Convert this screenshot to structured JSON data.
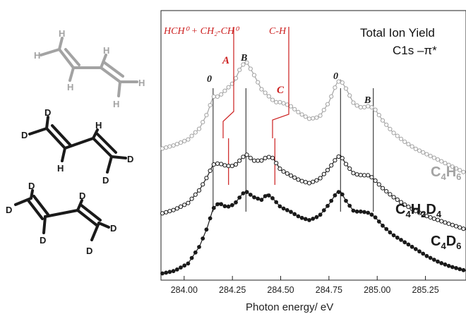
{
  "chart_data": {
    "type": "line",
    "title": "Total Ion Yield",
    "subtitle": "C1s –π*",
    "xlabel": "Photon energy/ eV",
    "ylabel": "",
    "xlim": [
      283.88,
      285.46
    ],
    "ylim": [
      0,
      1
    ],
    "x_ticks": [
      284.0,
      284.25,
      284.5,
      284.75,
      285.0,
      285.25
    ],
    "x_tick_labels": [
      "284.00",
      "284.25",
      "284.50",
      "284.75",
      "285.00",
      "285.25"
    ],
    "grid": false,
    "legend": "none",
    "series": [
      {
        "name": "C4H6",
        "label_parts": [
          [
            "C",
            "4",
            "H",
            "6"
          ]
        ],
        "color": "#a3a3a3",
        "marker": "open-circle",
        "x": [
          283.88,
          283.95,
          284.02,
          284.08,
          284.12,
          284.15,
          284.18,
          284.22,
          284.26,
          284.29,
          284.32,
          284.36,
          284.4,
          284.44,
          284.47,
          284.5,
          284.55,
          284.6,
          284.65,
          284.7,
          284.75,
          284.79,
          284.81,
          284.84,
          284.88,
          284.92,
          284.96,
          284.99,
          285.03,
          285.08,
          285.14,
          285.2,
          285.26,
          285.32,
          285.38,
          285.46
        ],
        "y": [
          0.43,
          0.45,
          0.48,
          0.54,
          0.62,
          0.71,
          0.71,
          0.75,
          0.79,
          0.86,
          0.9,
          0.83,
          0.75,
          0.71,
          0.68,
          0.68,
          0.66,
          0.62,
          0.59,
          0.6,
          0.68,
          0.78,
          0.8,
          0.75,
          0.67,
          0.65,
          0.66,
          0.64,
          0.58,
          0.52,
          0.47,
          0.43,
          0.4,
          0.37,
          0.34,
          0.3
        ]
      },
      {
        "name": "C4H2D4",
        "label_parts": [
          [
            "C",
            "4",
            "H",
            "2",
            "D",
            "4"
          ]
        ],
        "color": "#1a1a1a",
        "marker": "open-circle",
        "x": [
          283.88,
          283.95,
          284.02,
          284.08,
          284.12,
          284.15,
          284.18,
          284.22,
          284.26,
          284.3,
          284.32,
          284.36,
          284.4,
          284.43,
          284.46,
          284.5,
          284.55,
          284.6,
          284.65,
          284.7,
          284.75,
          284.79,
          284.81,
          284.84,
          284.88,
          284.92,
          284.96,
          284.99,
          285.03,
          285.08,
          285.14,
          285.2,
          285.26,
          285.32,
          285.38,
          285.46
        ],
        "y": [
          0.24,
          0.27,
          0.32,
          0.42,
          0.52,
          0.61,
          0.62,
          0.6,
          0.6,
          0.66,
          0.69,
          0.64,
          0.64,
          0.67,
          0.66,
          0.57,
          0.53,
          0.49,
          0.47,
          0.5,
          0.58,
          0.66,
          0.68,
          0.61,
          0.54,
          0.53,
          0.53,
          0.49,
          0.43,
          0.37,
          0.31,
          0.26,
          0.22,
          0.19,
          0.16,
          0.12
        ]
      },
      {
        "name": "C4D6",
        "label_parts": [
          [
            "C",
            "4",
            "D",
            "6"
          ]
        ],
        "color": "#1a1a1a",
        "marker": "filled-circle",
        "x": [
          283.88,
          283.95,
          284.02,
          284.08,
          284.12,
          284.15,
          284.18,
          284.22,
          284.26,
          284.3,
          284.32,
          284.36,
          284.4,
          284.43,
          284.46,
          284.5,
          284.55,
          284.6,
          284.65,
          284.7,
          284.75,
          284.79,
          284.81,
          284.84,
          284.88,
          284.92,
          284.96,
          284.99,
          285.03,
          285.08,
          285.14,
          285.2,
          285.26,
          285.32,
          285.38,
          285.46
        ],
        "y": [
          0.01,
          0.03,
          0.08,
          0.2,
          0.33,
          0.46,
          0.5,
          0.47,
          0.49,
          0.56,
          0.58,
          0.54,
          0.52,
          0.56,
          0.53,
          0.47,
          0.44,
          0.4,
          0.38,
          0.41,
          0.49,
          0.57,
          0.58,
          0.51,
          0.44,
          0.44,
          0.43,
          0.4,
          0.34,
          0.28,
          0.23,
          0.18,
          0.13,
          0.09,
          0.06,
          0.03
        ]
      }
    ],
    "annotations": {
      "red_label_1": "HCH⁰ + CH₂-CH⁰",
      "red_label_2": "C-H",
      "letter_A": "A",
      "letter_C": "C",
      "peak_0_left": "0",
      "peak_B_left": "B",
      "peak_0_right": "0",
      "peak_B_right": "B"
    },
    "marker_lines": {
      "black": [
        284.15,
        284.32,
        284.81,
        284.98
      ],
      "red": [
        284.23,
        284.47
      ]
    }
  },
  "molecules": {
    "top": {
      "label_color": "#a3a3a3",
      "labels": [
        "H",
        "H",
        "H",
        "H",
        "H",
        "H"
      ]
    },
    "middle": {
      "label_color": "#1a1a1a",
      "labels": [
        "D",
        "D",
        "H",
        "H",
        "D",
        "D"
      ]
    },
    "bottom": {
      "label_color": "#1a1a1a",
      "labels": [
        "D",
        "D",
        "D",
        "D",
        "D",
        "D"
      ]
    }
  },
  "colors": {
    "red": "#cc1f1f",
    "gray": "#a3a3a3",
    "black": "#1a1a1a"
  }
}
